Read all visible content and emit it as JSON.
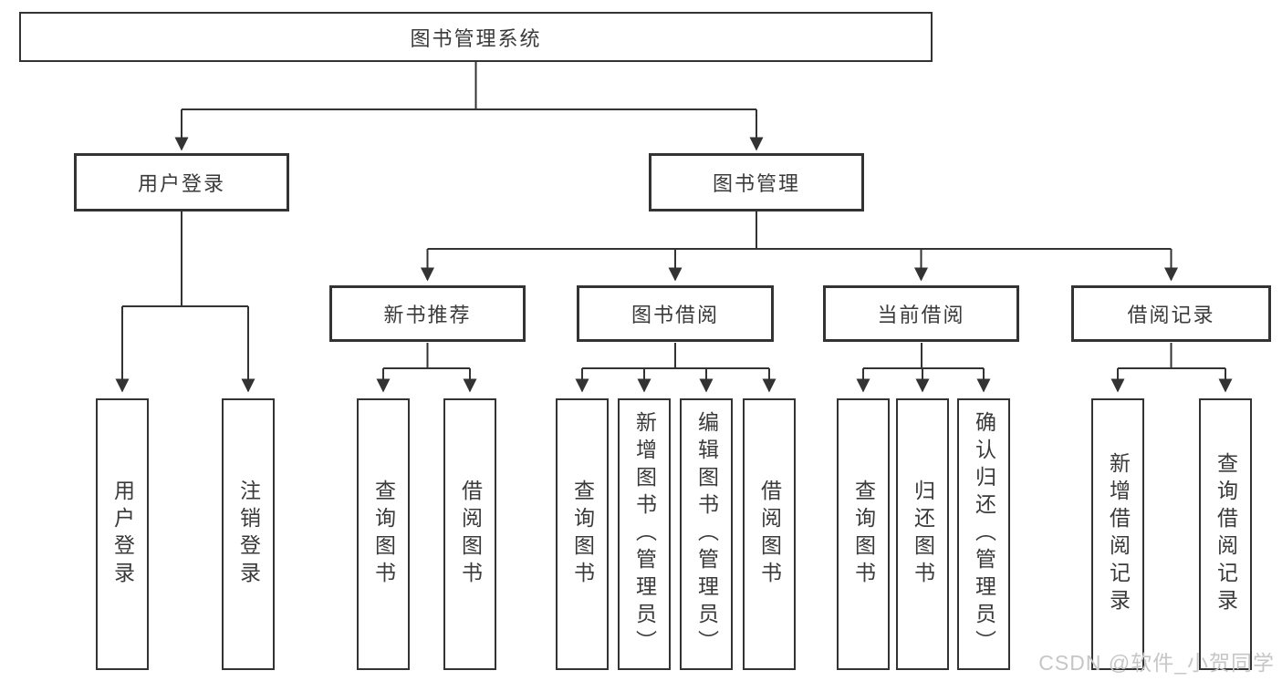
{
  "diagram": {
    "root": {
      "label": "图书管理系统"
    },
    "level2": [
      {
        "id": "user-login",
        "label": "用户登录"
      },
      {
        "id": "book-management",
        "label": "图书管理"
      }
    ],
    "level3": [
      {
        "id": "new-book-recommend",
        "label": "新书推荐"
      },
      {
        "id": "book-borrowing",
        "label": "图书借阅"
      },
      {
        "id": "current-borrowing",
        "label": "当前借阅"
      },
      {
        "id": "borrowing-records",
        "label": "借阅记录"
      }
    ],
    "leaves": {
      "user_login": [
        {
          "label": "用户登录"
        },
        {
          "label": "注销登录"
        }
      ],
      "new_book_recommend": [
        {
          "label": "查询图书"
        },
        {
          "label": "借阅图书"
        }
      ],
      "book_borrowing": [
        {
          "label": "查询图书"
        },
        {
          "label": "新增图书（管理员）"
        },
        {
          "label": "编辑图书（管理员）"
        },
        {
          "label": "借阅图书"
        }
      ],
      "current_borrowing": [
        {
          "label": "查询图书"
        },
        {
          "label": "归还图书"
        },
        {
          "label": "确认归还（管理员）"
        }
      ],
      "borrowing_records": [
        {
          "label": "新增借阅记录"
        },
        {
          "label": "查询借阅记录"
        }
      ]
    },
    "watermark": "CSDN @软件_小贺同学",
    "colors": {
      "line": "#333333",
      "text": "#3a3a3a",
      "watermark": "#c6c6c6",
      "background": "#ffffff"
    }
  }
}
